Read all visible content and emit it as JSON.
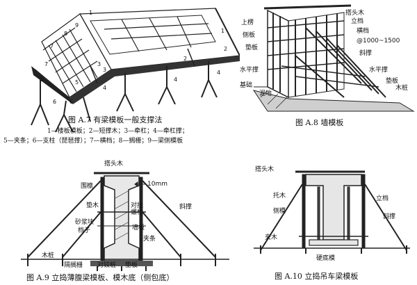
{
  "fig_a7": {
    "caption": "图 A.7   有梁模板一般支撑法",
    "legend_line1": "1—楼板模板；2—短撑木；3—牵杠；4—牵杠撑；",
    "legend_line2": "5—夹条；6—支柱（琵琶撑）；7—横档；8—搁栅；9—梁侧模板",
    "numbers": [
      "1",
      "2",
      "3",
      "4",
      "5",
      "6",
      "7",
      "8",
      "9",
      "2",
      "3",
      "4",
      "7",
      "4",
      "1",
      "5",
      "6"
    ]
  },
  "fig_a8": {
    "caption": "图 A.8   墙模板",
    "labels": {
      "dahuomu": "搭头木",
      "lidang": "立档",
      "tuding": "上楞",
      "cemo": "侧板",
      "hengdang": "横档",
      "spacing": "@1000~1500",
      "dianban": "垫板",
      "xiechen": "斜撑",
      "shuipingcheng_left": "水平撑",
      "shuipingcheng_right": "水平撑",
      "jichu": "基础",
      "nidi": "泥地",
      "dianban2": "垫板",
      "muzhuang": "木桩"
    }
  },
  "fig_a9": {
    "caption": "图 A.9   立捣薄腹梁模板、模木底（侧包底）",
    "labels": {
      "dahuomu": "搭头木",
      "weilin": "围檩",
      "dim": "10mm",
      "dianmu": "垫木",
      "duila": "对拉",
      "luoshuan": "螺栓",
      "xiechen": "斜撑",
      "shajiangkuai": "砂浆块",
      "dangzi": "档子",
      "qiangban": "墙板",
      "jiatiao": "夹条",
      "muzhuang": "木桩",
      "geshan": "隔搁栅",
      "duijiaozhuang": "对铰桩",
      "dianban": "垫板"
    }
  },
  "fig_a10": {
    "caption": "图 A.10   立捣吊车梁模板",
    "labels": {
      "dahuomu": "搭头木",
      "tuomu": "托木",
      "cemo": "侧模",
      "lidang": "立档",
      "xiechen": "斜撑",
      "jiamu": "夹木",
      "yingdimo": "硬底模"
    }
  }
}
